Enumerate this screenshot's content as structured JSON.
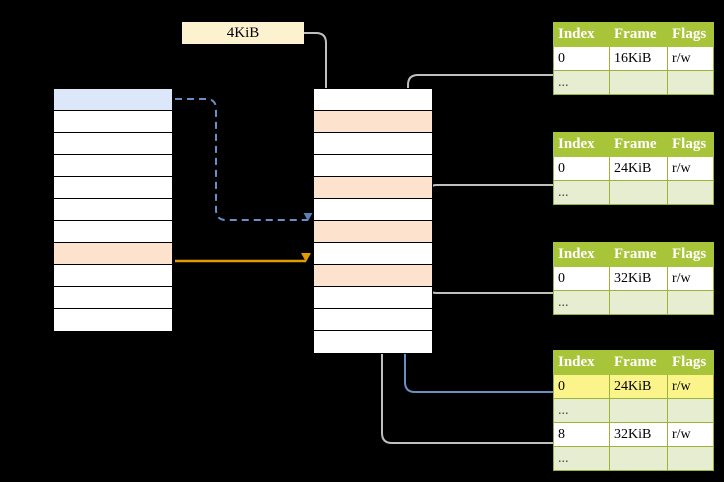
{
  "diagram": {
    "title_chip": {
      "label": "4KiB"
    },
    "virtual_column": {
      "name": "virtual-address-space",
      "rows": [
        {
          "fill": "blue"
        },
        {
          "fill": "white"
        },
        {
          "fill": "white"
        },
        {
          "fill": "white"
        },
        {
          "fill": "white"
        },
        {
          "fill": "white"
        },
        {
          "fill": "white"
        },
        {
          "fill": "orange"
        },
        {
          "fill": "white"
        },
        {
          "fill": "white"
        },
        {
          "fill": "white"
        }
      ]
    },
    "physical_column": {
      "name": "physical-memory",
      "rows": [
        {
          "fill": "white"
        },
        {
          "fill": "orange"
        },
        {
          "fill": "white"
        },
        {
          "fill": "white"
        },
        {
          "fill": "orange"
        },
        {
          "fill": "white"
        },
        {
          "fill": "orange"
        },
        {
          "fill": "white"
        },
        {
          "fill": "orange"
        },
        {
          "fill": "white"
        },
        {
          "fill": "white"
        },
        {
          "fill": "white"
        }
      ]
    },
    "tables": [
      {
        "name": "page-table-level-1",
        "headers": [
          "Index",
          "Frame",
          "Flags"
        ],
        "rows": [
          {
            "type": "entry",
            "cells": [
              "0",
              "16KiB",
              "r/w"
            ],
            "highlight": [
              false,
              false,
              false
            ]
          },
          {
            "type": "ellipsis",
            "cells": [
              "...",
              "",
              ""
            ],
            "highlight": [
              false,
              false,
              false
            ]
          }
        ]
      },
      {
        "name": "page-table-level-2",
        "headers": [
          "Index",
          "Frame",
          "Flags"
        ],
        "rows": [
          {
            "type": "entry",
            "cells": [
              "0",
              "24KiB",
              "r/w"
            ],
            "highlight": [
              false,
              false,
              false
            ]
          },
          {
            "type": "ellipsis",
            "cells": [
              "...",
              "",
              ""
            ],
            "highlight": [
              false,
              false,
              false
            ]
          }
        ]
      },
      {
        "name": "page-table-level-3",
        "headers": [
          "Index",
          "Frame",
          "Flags"
        ],
        "rows": [
          {
            "type": "entry",
            "cells": [
              "0",
              "32KiB",
              "r/w"
            ],
            "highlight": [
              false,
              false,
              false
            ]
          },
          {
            "type": "ellipsis",
            "cells": [
              "...",
              "",
              ""
            ],
            "highlight": [
              false,
              false,
              false
            ]
          }
        ]
      },
      {
        "name": "page-table-level-4",
        "headers": [
          "Index",
          "Frame",
          "Flags"
        ],
        "rows": [
          {
            "type": "entry",
            "cells": [
              "0",
              "24KiB",
              "r/w"
            ],
            "highlight": [
              true,
              true,
              true
            ]
          },
          {
            "type": "ellipsis",
            "cells": [
              "...",
              "",
              ""
            ],
            "highlight": [
              false,
              false,
              false
            ]
          },
          {
            "type": "entry",
            "cells": [
              "8",
              "32KiB",
              "r/w"
            ],
            "highlight": [
              false,
              false,
              false
            ]
          },
          {
            "type": "ellipsis",
            "cells": [
              "...",
              "",
              ""
            ],
            "highlight": [
              false,
              false,
              false
            ]
          }
        ]
      }
    ],
    "colors": {
      "background": "#000000",
      "table_header": "#a8c439",
      "table_ellipsis_row": "#e7edd0",
      "highlight_yellow": "#fbf48b",
      "chip_background": "#fdf2d0",
      "row_blue": "#dce8fa",
      "row_orange": "#fde2cd",
      "arrow_blue": "#6b8fc4",
      "arrow_orange": "#e09c00",
      "arrow_gray": "#b8b8b8"
    }
  }
}
